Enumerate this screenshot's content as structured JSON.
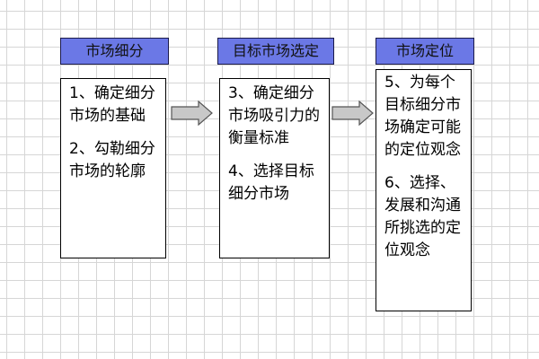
{
  "steps": [
    {
      "title": "市场细分",
      "items": [
        "1、确定细分市场的基础",
        "2、勾勒细分市场的轮廓"
      ]
    },
    {
      "title": "目标市场选定",
      "items": [
        "3、确定细分市场吸引力的衡量标准",
        "4、选择目标细分市场"
      ]
    },
    {
      "title": "市场定位",
      "items": [
        "5、为每个目标细分市场确定可能的定位观念",
        "6、选择、发展和沟通所挑选的定位观念"
      ]
    }
  ],
  "colors": {
    "header_fill": "#6b78e6",
    "arrow_fill": "#c8c8c8"
  }
}
